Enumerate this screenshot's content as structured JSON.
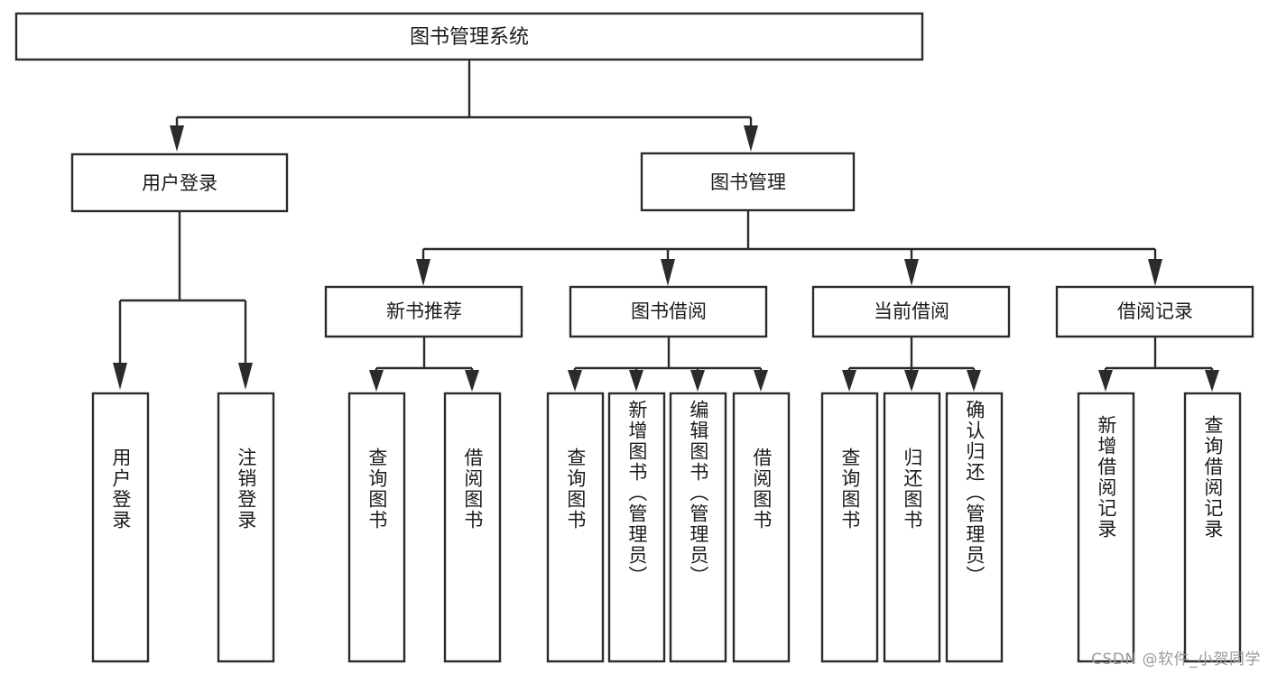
{
  "diagram": {
    "title": "图书管理系统",
    "type": "hierarchy-tree",
    "colors": {
      "stroke": "#2b2b2b",
      "fill": "#ffffff",
      "text": "#1b1b1b",
      "watermark": "#9a9a9a",
      "background": "#ffffff"
    },
    "levels": {
      "root": {
        "label": "图书管理系统"
      },
      "level2": [
        {
          "label": "用户登录"
        },
        {
          "label": "图书管理"
        }
      ],
      "level3": [
        {
          "label": "新书推荐"
        },
        {
          "label": "图书借阅"
        },
        {
          "label": "当前借阅"
        },
        {
          "label": "借阅记录"
        }
      ],
      "leaves": {
        "user_login": [
          {
            "label": "用户登录"
          },
          {
            "label": "注销登录"
          }
        ],
        "new_book_recommend": [
          {
            "label": "查询图书"
          },
          {
            "label": "借阅图书"
          }
        ],
        "book_borrow": [
          {
            "label": "查询图书"
          },
          {
            "label": "新增图书（管理员）"
          },
          {
            "label": "编辑图书（管理员）"
          },
          {
            "label": "借阅图书"
          }
        ],
        "current_borrow": [
          {
            "label": "查询图书"
          },
          {
            "label": "归还图书"
          },
          {
            "label": "确认归还（管理员）"
          }
        ],
        "borrow_record": [
          {
            "label": "新增借阅记录"
          },
          {
            "label": "查询借阅记录"
          }
        ]
      }
    },
    "watermark": "CSDN @软件_小贺同学"
  }
}
